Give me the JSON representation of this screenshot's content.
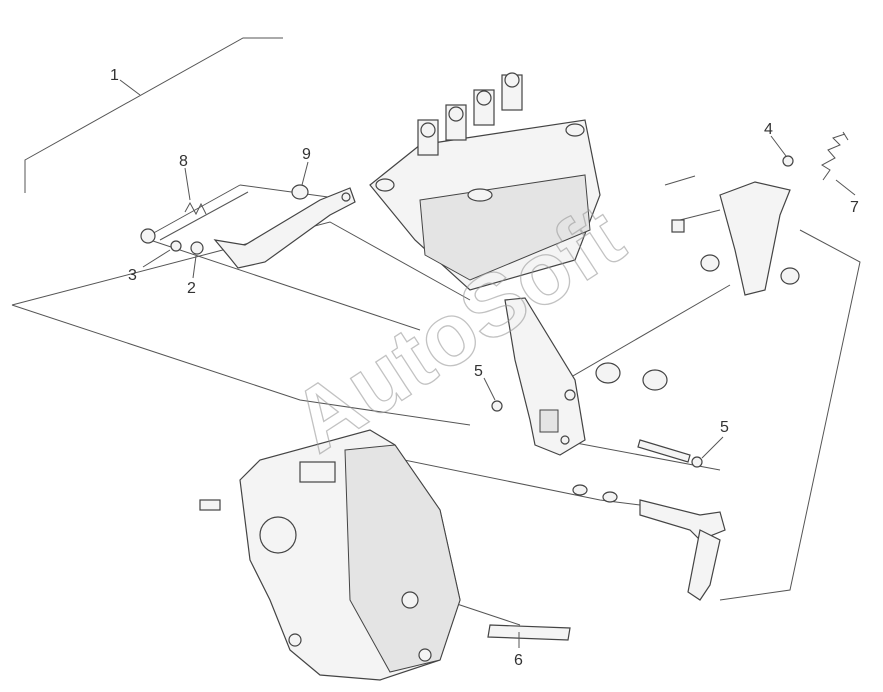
{
  "watermark": "AutoSoft",
  "callouts": [
    {
      "id": "c1",
      "text": "1"
    },
    {
      "id": "c2",
      "text": "2"
    },
    {
      "id": "c3",
      "text": "3"
    },
    {
      "id": "c4",
      "text": "4"
    },
    {
      "id": "c5a",
      "text": "5"
    },
    {
      "id": "c5b",
      "text": "5"
    },
    {
      "id": "c6",
      "text": "6"
    },
    {
      "id": "c7",
      "text": "7"
    },
    {
      "id": "c8",
      "text": "8"
    },
    {
      "id": "c9",
      "text": "9"
    }
  ]
}
